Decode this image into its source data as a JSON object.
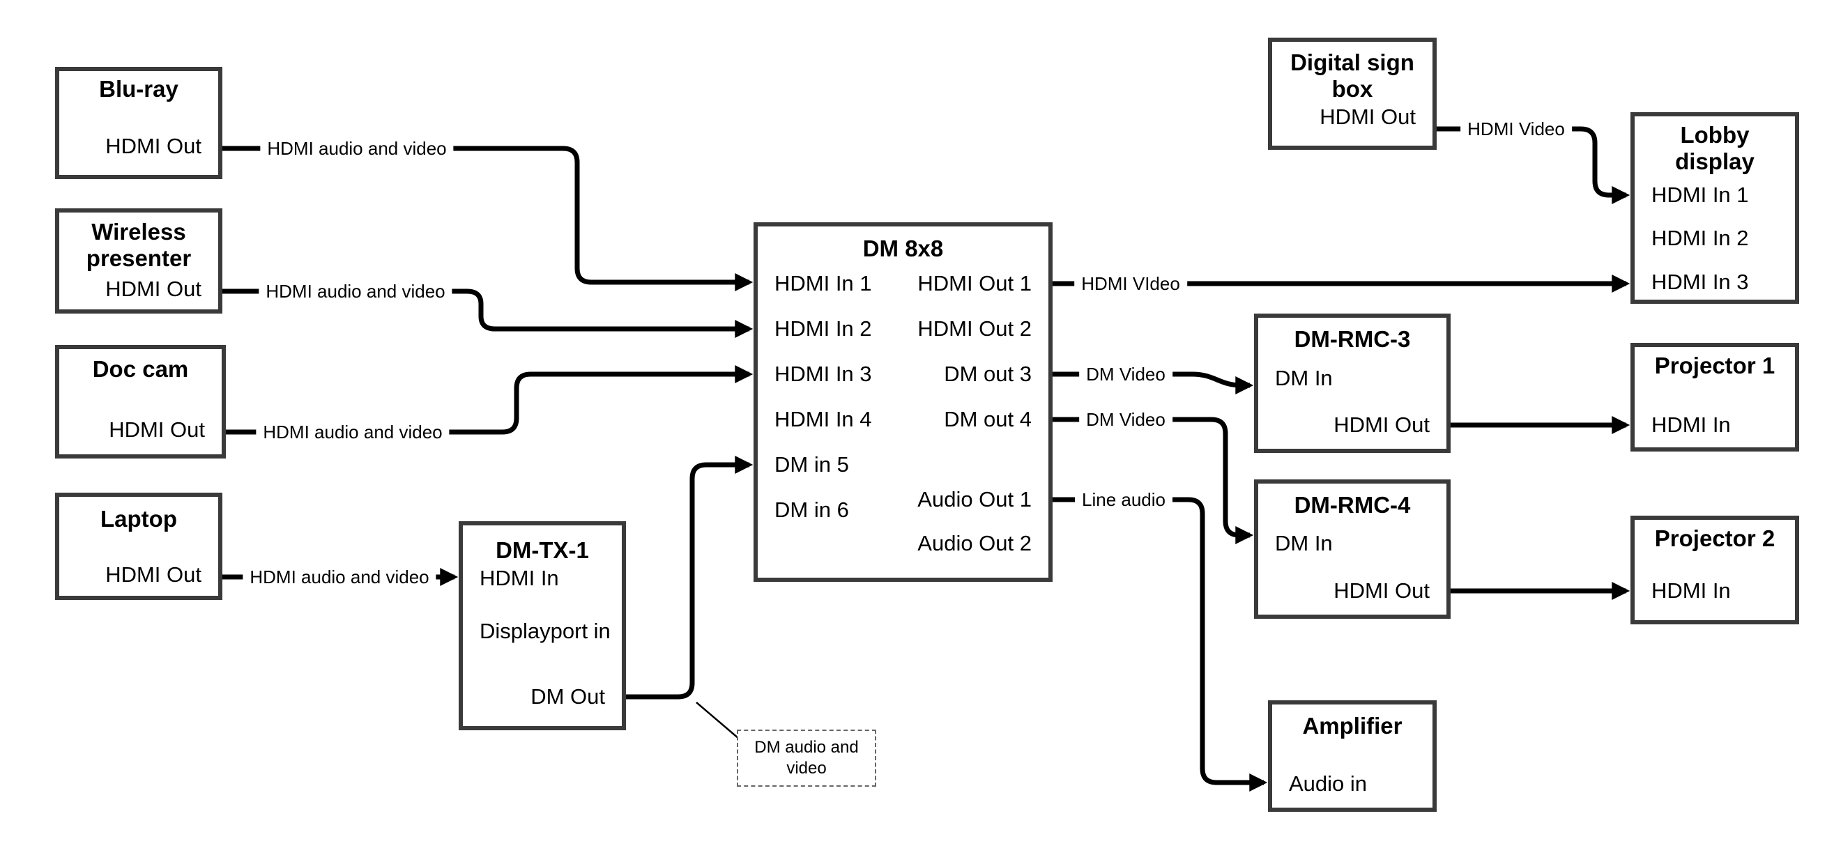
{
  "nodes": {
    "bluray": {
      "title": "Blu-ray",
      "ports": {
        "hdmi_out": "HDMI Out"
      }
    },
    "wireless_presenter": {
      "title": "Wireless presenter",
      "ports": {
        "hdmi_out": "HDMI Out"
      }
    },
    "doc_cam": {
      "title": "Doc cam",
      "ports": {
        "hdmi_out": "HDMI Out"
      }
    },
    "laptop": {
      "title": "Laptop",
      "ports": {
        "hdmi_out": "HDMI Out"
      }
    },
    "dm_tx_1": {
      "title": "DM-TX-1",
      "ports": {
        "hdmi_in": "HDMI In",
        "displayport_in": "Displayport in",
        "dm_out": "DM Out"
      }
    },
    "dm_8x8": {
      "title": "DM 8x8",
      "ports": {
        "hdmi_in_1": "HDMI In 1",
        "hdmi_in_2": "HDMI In 2",
        "hdmi_in_3": "HDMI In 3",
        "hdmi_in_4": "HDMI In 4",
        "dm_in_5": "DM in 5",
        "dm_in_6": "DM in 6",
        "hdmi_out_1": "HDMI Out 1",
        "hdmi_out_2": "HDMI Out 2",
        "dm_out_3": "DM out 3",
        "dm_out_4": "DM out 4",
        "audio_out_1": "Audio Out 1",
        "audio_out_2": "Audio Out 2"
      }
    },
    "digital_sign_box": {
      "title": "Digital sign box",
      "ports": {
        "hdmi_out": "HDMI Out"
      }
    },
    "lobby_display": {
      "title": "Lobby display",
      "ports": {
        "hdmi_in_1": "HDMI In 1",
        "hdmi_in_2": "HDMI In 2",
        "hdmi_in_3": "HDMI In 3"
      }
    },
    "dm_rmc_3": {
      "title": "DM-RMC-3",
      "ports": {
        "dm_in": "DM In",
        "hdmi_out": "HDMI Out"
      }
    },
    "projector_1": {
      "title": "Projector 1",
      "ports": {
        "hdmi_in": "HDMI In"
      }
    },
    "dm_rmc_4": {
      "title": "DM-RMC-4",
      "ports": {
        "dm_in": "DM In",
        "hdmi_out": "HDMI Out"
      }
    },
    "projector_2": {
      "title": "Projector 2",
      "ports": {
        "hdmi_in": "HDMI In"
      }
    },
    "amplifier": {
      "title": "Amplifier",
      "ports": {
        "audio_in": "Audio in"
      }
    }
  },
  "wire_labels": {
    "bluray_to_dm8x8": "HDMI audio and video",
    "wireless_to_dm8x8": "HDMI audio and video",
    "doc_cam_to_dm8x8": "HDMI audio and video",
    "laptop_to_dmtx1": "HDMI audio and video",
    "hdmi_out_1_to_lobby": "HDMI VIdeo",
    "sign_box_to_lobby": "HDMI Video",
    "dm_out_3_to_rmc3": "DM Video",
    "dm_out_4_to_rmc4": "DM Video",
    "audio_out_1_to_amp": "Line audio"
  },
  "note": {
    "text": "DM audio and video"
  },
  "colors": {
    "wire": "#000000",
    "box_border": "#3a3a3a",
    "note_border": "#666666",
    "background": "#ffffff"
  }
}
